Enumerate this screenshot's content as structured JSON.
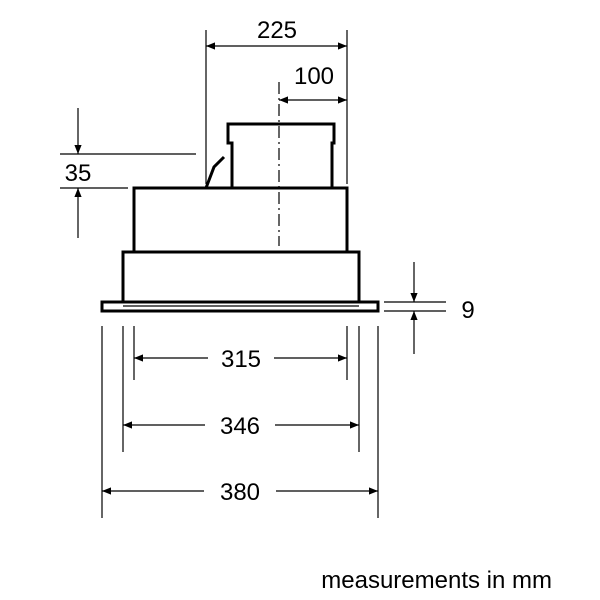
{
  "dimensions": {
    "top_width": "225",
    "outlet_offset": "100",
    "collar_height": "35",
    "flange_thickness": "9",
    "inner_width": "315",
    "body_width": "346",
    "overall_width": "380"
  },
  "caption": "measurements in mm"
}
